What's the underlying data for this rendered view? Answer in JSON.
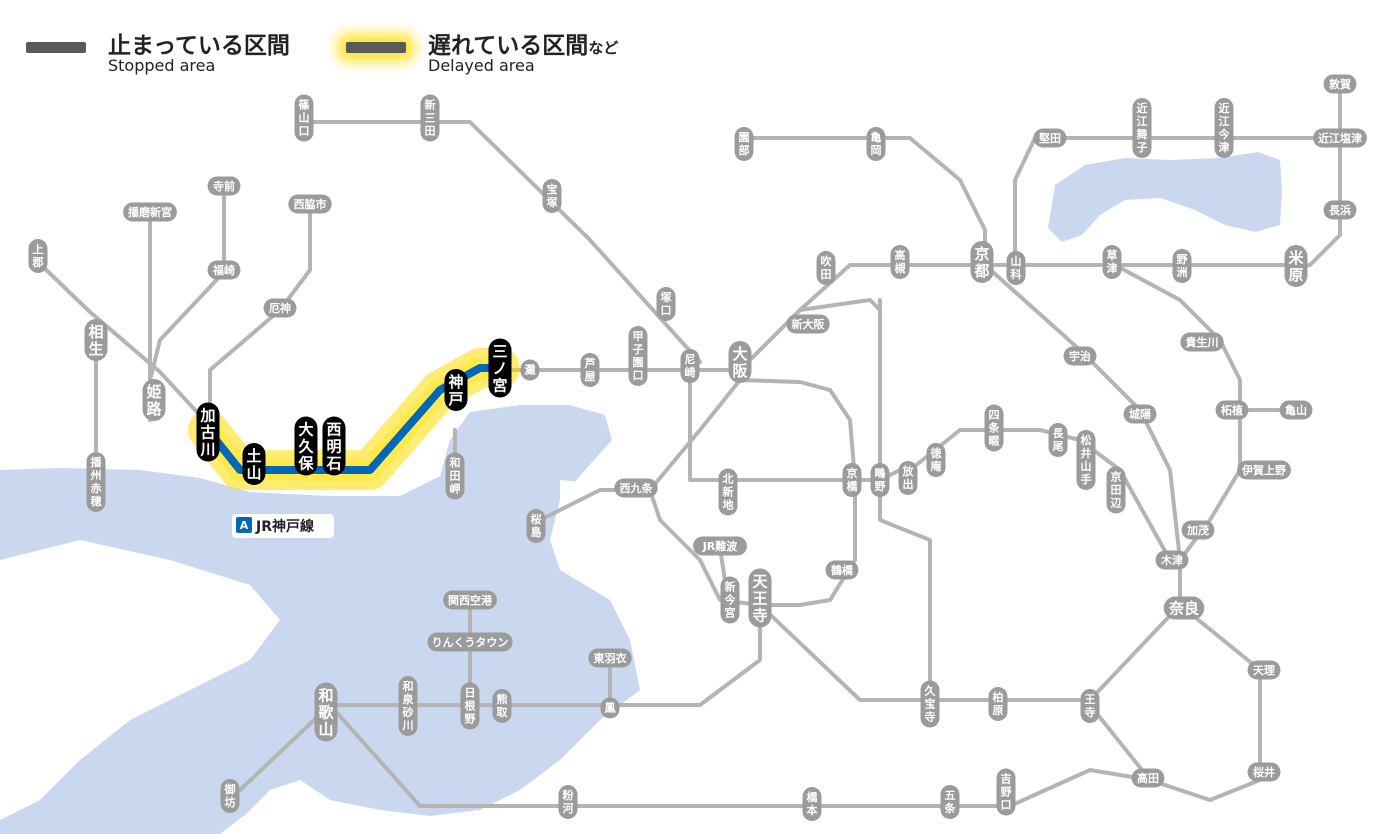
{
  "legend": {
    "stopped": {
      "jp": "止まっている区間",
      "en": "Stopped area"
    },
    "delayed": {
      "jp": "遅れている区間",
      "jp_suffix": "など",
      "en": "Delayed area"
    }
  },
  "line_badge": {
    "symbol": "A",
    "name": "JR神戸線"
  },
  "colors": {
    "line": "#0068b7",
    "glow": "#ffdd00",
    "rail": "#b4b4b4",
    "station": "#9b9b9b",
    "major_station": "#000000",
    "water": "#c9d8ee"
  },
  "highlighted_stations": [
    {
      "id": "kakogawa",
      "name": "加古川"
    },
    {
      "id": "tsuchiyama",
      "name": "土山"
    },
    {
      "id": "okubo",
      "name": "大久保"
    },
    {
      "id": "nishiakashi",
      "name": "西明石"
    },
    {
      "id": "kobe",
      "name": "神戸"
    },
    {
      "id": "sannomiya",
      "name": "三ノ宮"
    }
  ],
  "stations": [
    {
      "id": "sasayamaguchi",
      "name": "篠山口"
    },
    {
      "id": "shinsanda",
      "name": "新三田"
    },
    {
      "id": "takarazuka",
      "name": "宝塚"
    },
    {
      "id": "tsukaguchi",
      "name": "塚口"
    },
    {
      "id": "amagasaki",
      "name": "尼崎"
    },
    {
      "id": "koshienguchi",
      "name": "甲子園口"
    },
    {
      "id": "ashiya",
      "name": "芦屋"
    },
    {
      "id": "nada",
      "name": "灘"
    },
    {
      "id": "kamigori",
      "name": "上郡"
    },
    {
      "id": "aioi",
      "name": "相生"
    },
    {
      "id": "harimashinguu",
      "name": "播磨新宮"
    },
    {
      "id": "teramae",
      "name": "寺前"
    },
    {
      "id": "fukusaki",
      "name": "福崎"
    },
    {
      "id": "nishiwakishi",
      "name": "西脇市"
    },
    {
      "id": "yakujin",
      "name": "厄神"
    },
    {
      "id": "himeji",
      "name": "姫路"
    },
    {
      "id": "banshuako",
      "name": "播州赤穂"
    },
    {
      "id": "wadamisaki",
      "name": "和田岬"
    },
    {
      "id": "osaka",
      "name": "大阪"
    },
    {
      "id": "shinosaka",
      "name": "新大阪"
    },
    {
      "id": "suita",
      "name": "吹田"
    },
    {
      "id": "takatsuki",
      "name": "高槻"
    },
    {
      "id": "kyoto",
      "name": "京都"
    },
    {
      "id": "sonobe",
      "name": "園部"
    },
    {
      "id": "kameoka",
      "name": "亀岡"
    },
    {
      "id": "yamashina",
      "name": "山科"
    },
    {
      "id": "katata",
      "name": "堅田"
    },
    {
      "id": "omimaiko",
      "name": "近江舞子"
    },
    {
      "id": "omiimazu",
      "name": "近江今津"
    },
    {
      "id": "tsuruga",
      "name": "敦賀"
    },
    {
      "id": "omishiotsu",
      "name": "近江塩津"
    },
    {
      "id": "nagahama",
      "name": "長浜"
    },
    {
      "id": "maibara",
      "name": "米原"
    },
    {
      "id": "kusatsu",
      "name": "草津"
    },
    {
      "id": "yasu",
      "name": "野洲"
    },
    {
      "id": "kibukawa",
      "name": "貴生川"
    },
    {
      "id": "tsuge",
      "name": "柘植"
    },
    {
      "id": "kameyama",
      "name": "亀山"
    },
    {
      "id": "igaueno",
      "name": "伊賀上野"
    },
    {
      "id": "kamo",
      "name": "加茂"
    },
    {
      "id": "kizu",
      "name": "木津"
    },
    {
      "id": "nara",
      "name": "奈良"
    },
    {
      "id": "uji",
      "name": "宇治"
    },
    {
      "id": "joyo",
      "name": "城陽"
    },
    {
      "id": "shijonawate",
      "name": "四条畷"
    },
    {
      "id": "tokuan",
      "name": "徳庵"
    },
    {
      "id": "nagao",
      "name": "長尾"
    },
    {
      "id": "matsuiyamate",
      "name": "松井山手"
    },
    {
      "id": "kyotanabe",
      "name": "京田辺"
    },
    {
      "id": "kyobashi",
      "name": "京橋"
    },
    {
      "id": "shigino",
      "name": "鴫野"
    },
    {
      "id": "hanaten",
      "name": "放出"
    },
    {
      "id": "kitashinchi",
      "name": "北新地"
    },
    {
      "id": "nishikujo",
      "name": "西九条"
    },
    {
      "id": "sakurajima",
      "name": "桜島"
    },
    {
      "id": "jrnamba",
      "name": "JR難波"
    },
    {
      "id": "shinimamiya",
      "name": "新今宮"
    },
    {
      "id": "tennoji",
      "name": "天王寺"
    },
    {
      "id": "tsuruhashi",
      "name": "鶴橋"
    },
    {
      "id": "kansaikuko",
      "name": "関西空港"
    },
    {
      "id": "rinkutown",
      "name": "りんくうタウン"
    },
    {
      "id": "higashihagoromo",
      "name": "東羽衣"
    },
    {
      "id": "otori",
      "name": "鳳"
    },
    {
      "id": "hineno",
      "name": "日根野"
    },
    {
      "id": "kumatori",
      "name": "熊取"
    },
    {
      "id": "izumisunagawa",
      "name": "和泉砂川"
    },
    {
      "id": "wakayama",
      "name": "和歌山"
    },
    {
      "id": "gobo",
      "name": "御坊"
    },
    {
      "id": "kokawa",
      "name": "粉河"
    },
    {
      "id": "hashimoto",
      "name": "橋本"
    },
    {
      "id": "gojo",
      "name": "五条"
    },
    {
      "id": "yoshinoguchi",
      "name": "吉野口"
    },
    {
      "id": "takada",
      "name": "高田"
    },
    {
      "id": "oji",
      "name": "王寺"
    },
    {
      "id": "kashiwara",
      "name": "柏原"
    },
    {
      "id": "kyuhoji",
      "name": "久宝寺"
    },
    {
      "id": "tenri",
      "name": "天理"
    },
    {
      "id": "sakurai",
      "name": "桜井"
    }
  ]
}
